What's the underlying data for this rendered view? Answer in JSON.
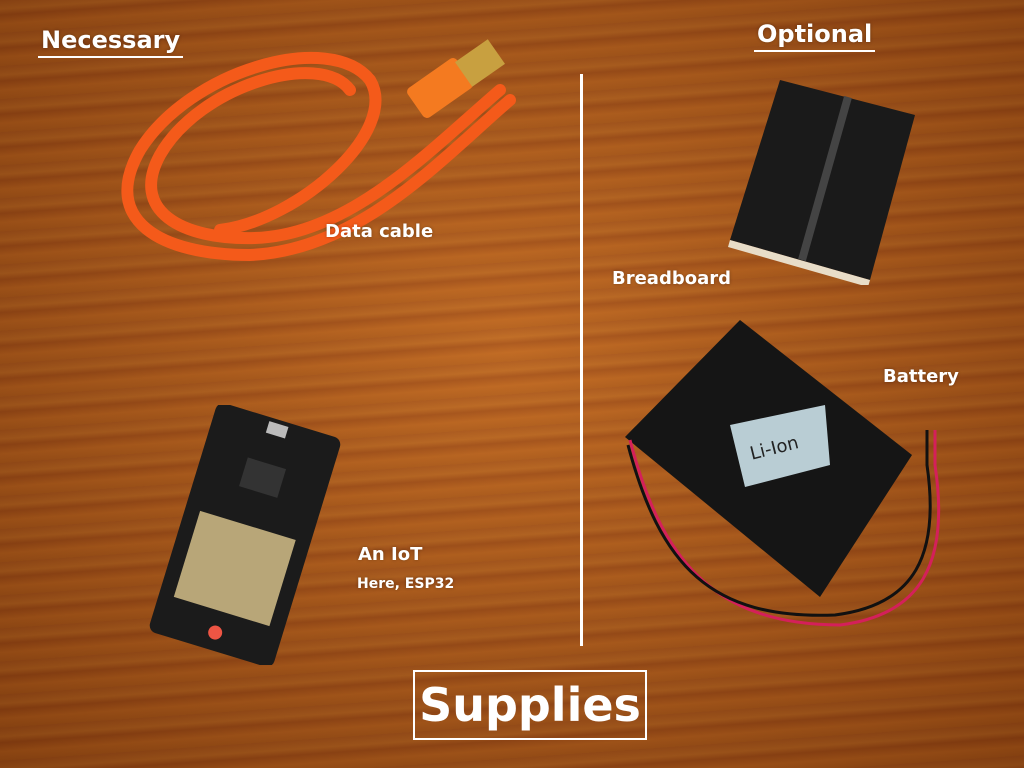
{
  "headers": {
    "left": "Necessary",
    "right": "Optional"
  },
  "labels": {
    "cable": "Data cable",
    "iot": "An IoT",
    "iot_sub": "Here, ESP32",
    "breadboard": "Breadboard",
    "battery": "Battery",
    "battery_sticker": "Li-Ion"
  },
  "title": "Supplies"
}
